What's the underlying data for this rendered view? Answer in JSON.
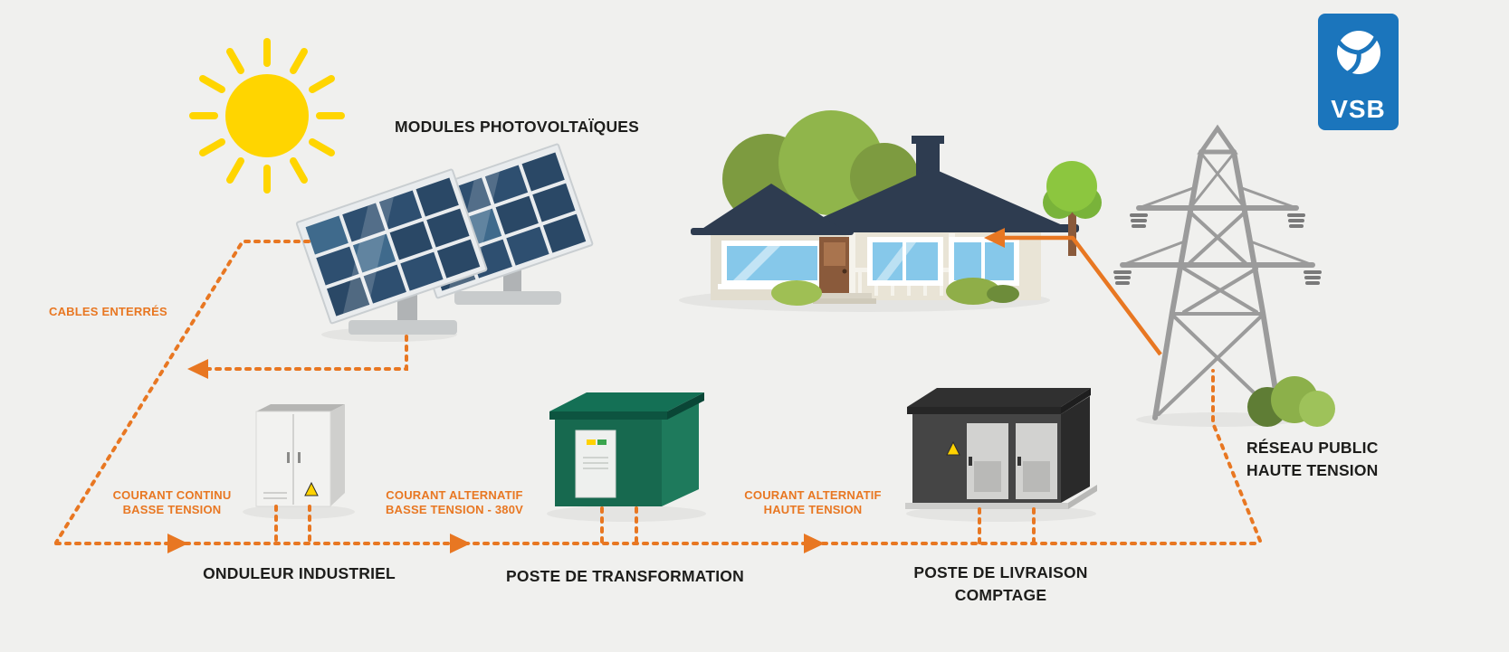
{
  "labels": {
    "modules": "MODULES PHOTOVOLTAÏQUES",
    "cables_enterres": "CABLES ENTERRÉS",
    "onduleur": "ONDULEUR INDUSTRIEL",
    "poste_transformation": "POSTE DE TRANSFORMATION",
    "poste_livraison_line1": "POSTE DE LIVRAISON",
    "poste_livraison_line2": "COMPTAGE",
    "reseau_line1": "RÉSEAU PUBLIC",
    "reseau_line2": "HAUTE TENSION"
  },
  "flow_labels": {
    "dc_line1": "COURANT CONTINU",
    "dc_line2": "BASSE TENSION",
    "ac_bt_line1": "COURANT ALTERNATIF",
    "ac_bt_line2": "BASSE TENSION - 380V",
    "ac_ht_line1": "COURANT ALTERNATIF",
    "ac_ht_line2": "HAUTE TENSION"
  },
  "logo": {
    "text": "VSB"
  },
  "colors": {
    "accent_orange": "#E87722",
    "logo_blue": "#1B75BC",
    "background": "#F0F0EE",
    "text_dark": "#1D1D1B",
    "sun_yellow": "#FFD500",
    "transformer_green": "#17694F",
    "panel_blue": "#2E4F70"
  }
}
